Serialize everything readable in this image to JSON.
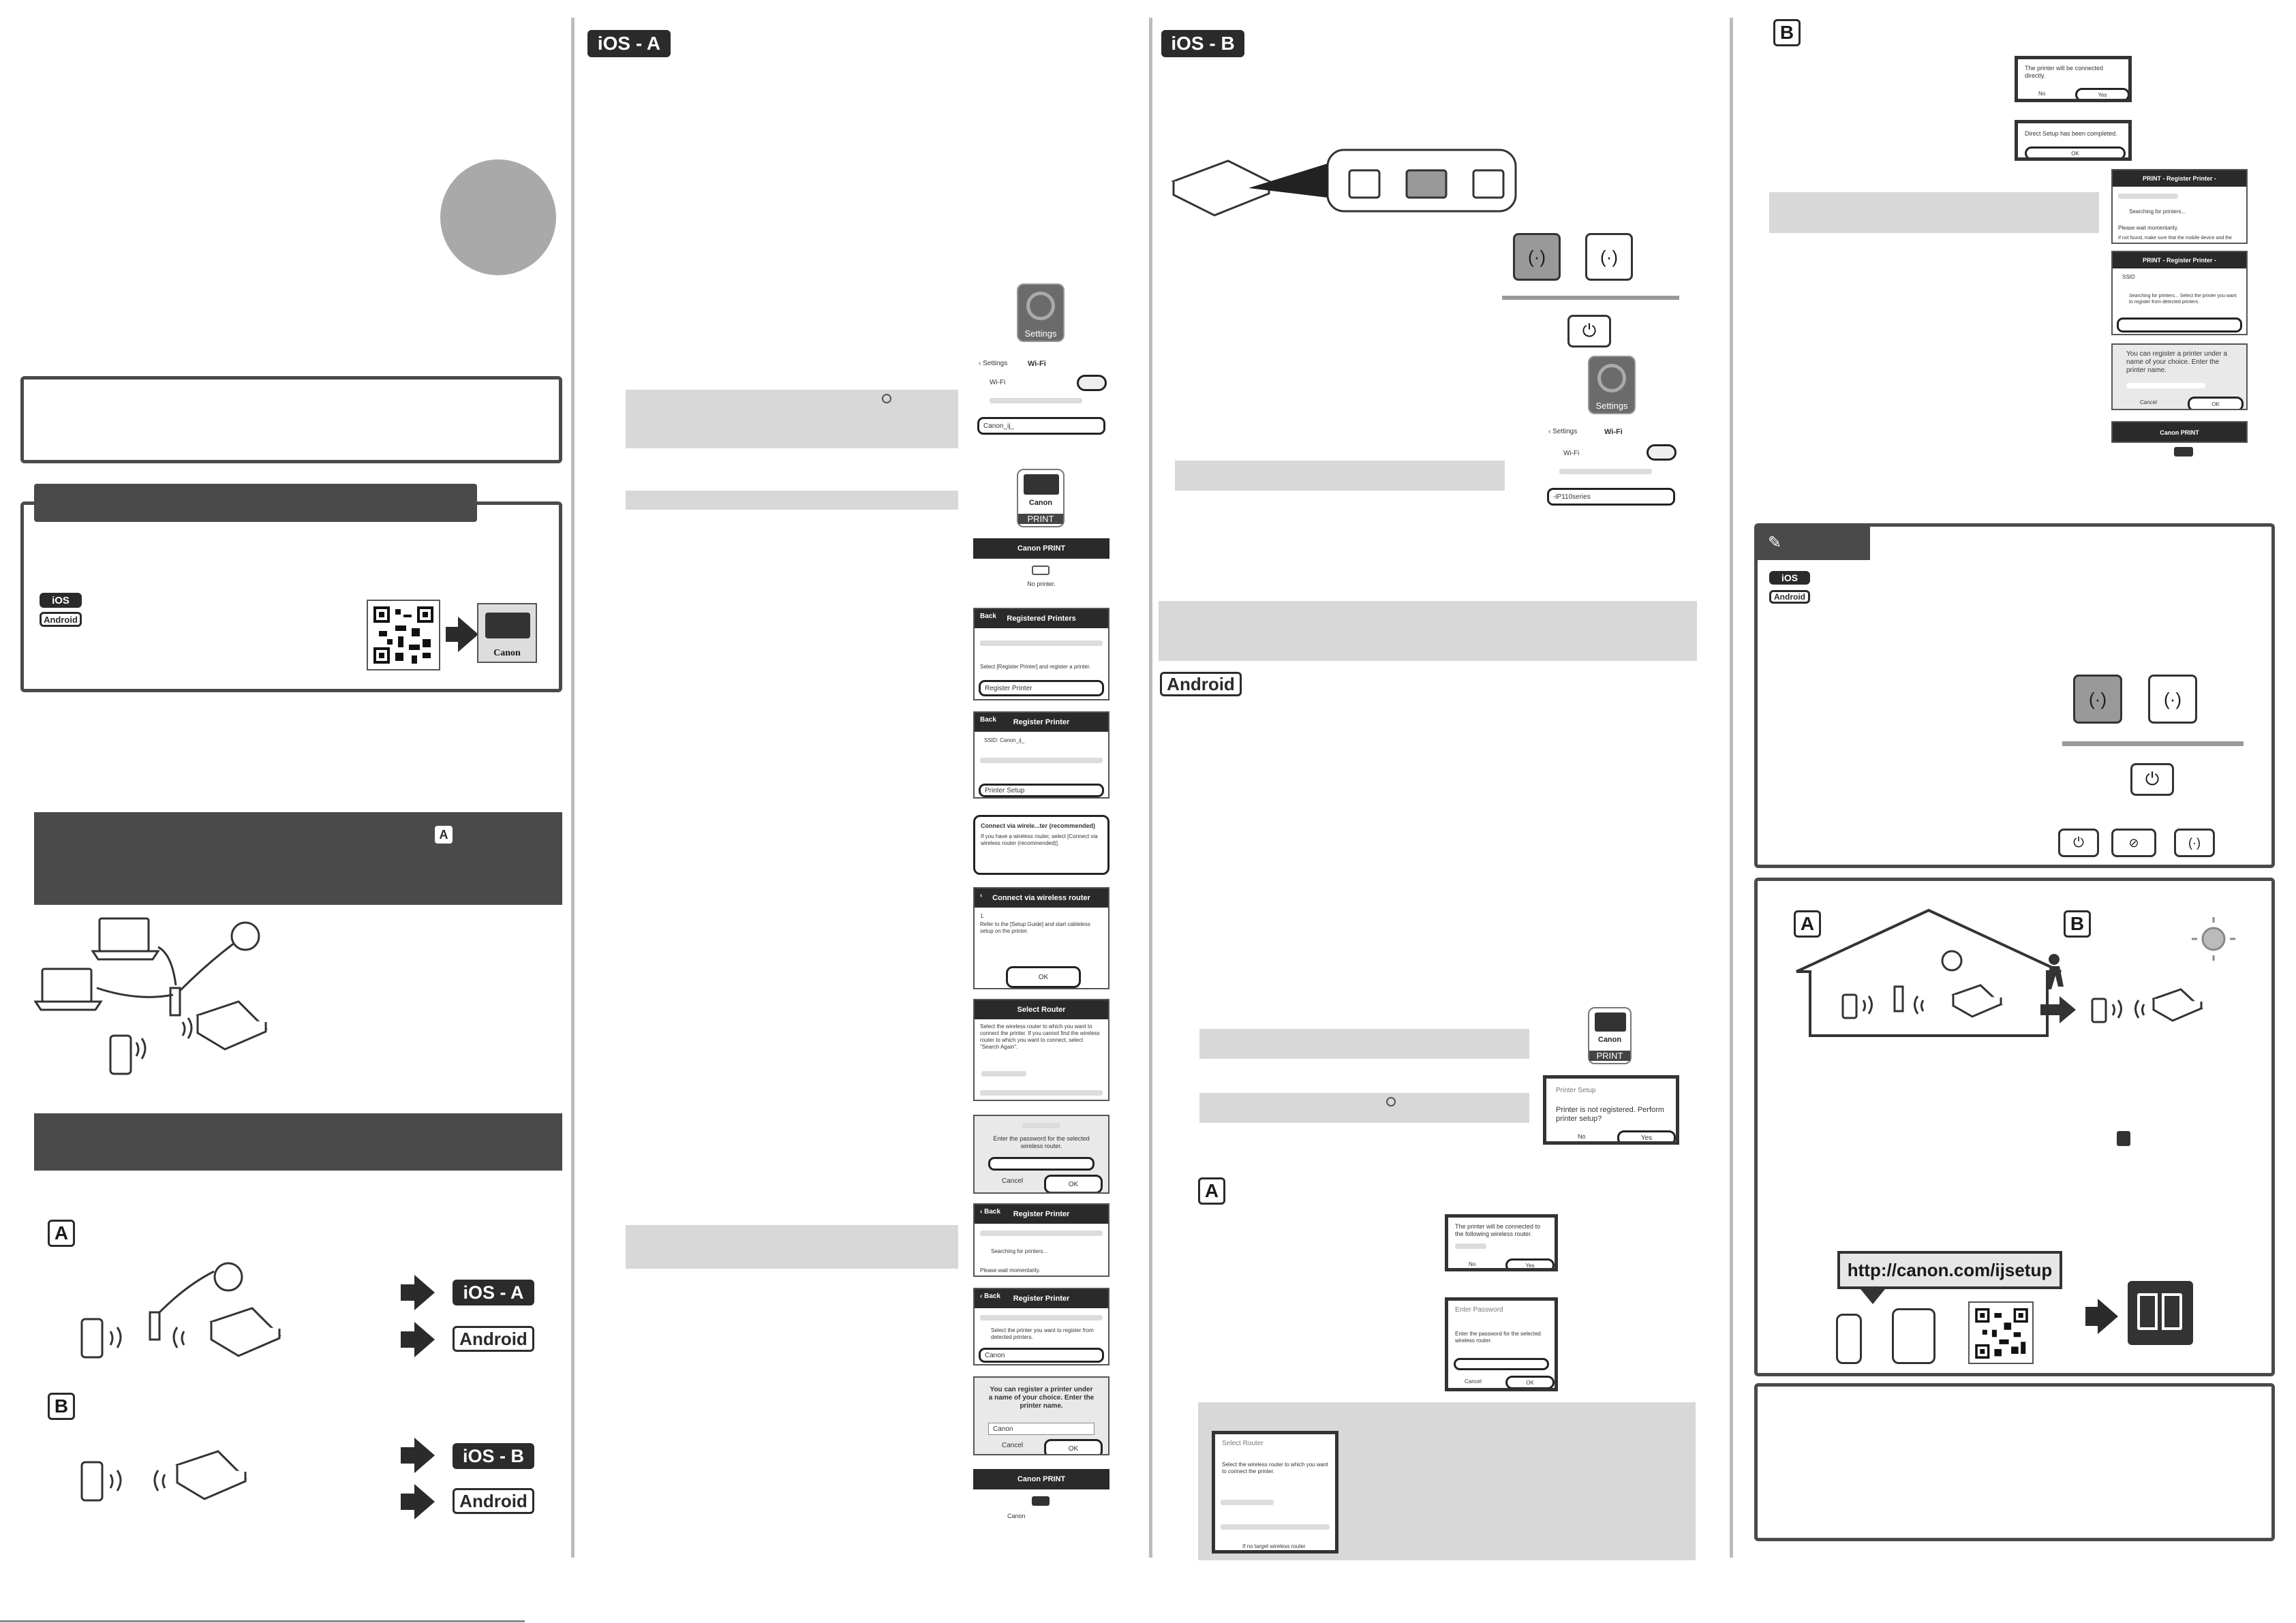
{
  "tags": {
    "ios": "iOS",
    "android": "Android",
    "ios_a": "iOS - A",
    "ios_b": "iOS - B",
    "label_a": "A",
    "label_b": "B"
  },
  "qr": {
    "app_brand": "Canon"
  },
  "ios_a_screens": {
    "settings_label": "Settings",
    "wifi_back": "Settings",
    "wifi_title": "Wi-Fi",
    "wifi_row": "Wi-Fi",
    "network_name": "Canon_ij_",
    "print_app_brand": "Canon",
    "print_app_label": "PRINT",
    "canon_print_title": "Canon PRINT",
    "no_printer": "No printer.",
    "reg_back": "Back",
    "reg_title": "Registered Printers",
    "reg_hint": "Select [Register Printer] and register a printer.",
    "reg_button": "Register Printer",
    "regp_back": "Back",
    "regp_title": "Register Printer",
    "regp_ssid": "SSID: Canon_ij_",
    "printer_setup": "Printer Setup",
    "connect_title": "Connect via wirele...ter (recommended)",
    "connect_text": "If you have a wireless router, select [Connect via wireless router (recommended)].",
    "cvw_back": "Back",
    "cvw_title": "Connect via wireless router",
    "cvw_step": "1.",
    "cvw_text": "Refer to the [Setup Guide] and start cableless setup on the printer.",
    "ok": "OK",
    "select_router_title": "Select Router",
    "select_router_text": "Select the wireless router to which you want to connect the printer. If you cannot find the wireless router to which you want to connect, select \"Search Again\".",
    "password_text": "Enter the password for the selected wireless router.",
    "cancel": "Cancel",
    "searching": "Searching for printers...",
    "please_wait": "Please wait momentarily.",
    "select_printer_text": "Select the printer you want to register from detected printers.",
    "printer_item": "Canon",
    "register_name_text": "You can register a printer under a name of your choice. Enter the printer name.",
    "printer_name_value": "Canon",
    "cp_bottom_brand": "Canon"
  },
  "ios_b_screens": {
    "settings_label": "Settings",
    "wifi_back": "Settings",
    "wifi_title": "Wi-Fi",
    "wifi_row": "Wi-Fi",
    "network_name": "-iP110series"
  },
  "android_screens": {
    "print_app_brand": "Canon",
    "print_app_label": "PRINT",
    "setup_title": "Printer Setup",
    "setup_text": "Printer is not registered. Perform printer setup?",
    "no": "No",
    "yes": "Yes",
    "router_confirm": "The printer will be connected to the following wireless router.",
    "enter_password_title": "Enter Password",
    "enter_password_text": "Enter the password for the selected wireless router.",
    "cancel": "Cancel",
    "ok": "OK",
    "select_router_title": "Select Router",
    "select_router_text": "Select the wireless router to which you want to connect the printer.",
    "no_target": "If no target wireless router"
  },
  "direct_screens": {
    "direct_confirm": "The printer will be connected directly.",
    "no": "No",
    "yes": "Yes",
    "direct_complete": "Direct Setup has been completed.",
    "ok": "OK",
    "reg_title": "PRINT - Register Printer -",
    "searching": "Searching for printers...",
    "please_wait": "Please wait momentarily.",
    "not_found": "If not found, make sure that the mobile device and the",
    "reg_title2": "PRINT - Register Printer -",
    "ssid": "SSID",
    "select_text": "Searching for printers... Select the printer you want to register from detected printers.",
    "register_name_text": "You can register a printer under a name of your choice. Enter the printer name.",
    "cancel": "Cancel",
    "canon_print_title": "Canon PRINT"
  },
  "url_box": {
    "url": "http://canon.com/ijsetup"
  },
  "colors": {
    "dark_band": "#4a4a4a",
    "light_band": "#d8d8d8",
    "gray_disc": "#a9a9a9"
  }
}
